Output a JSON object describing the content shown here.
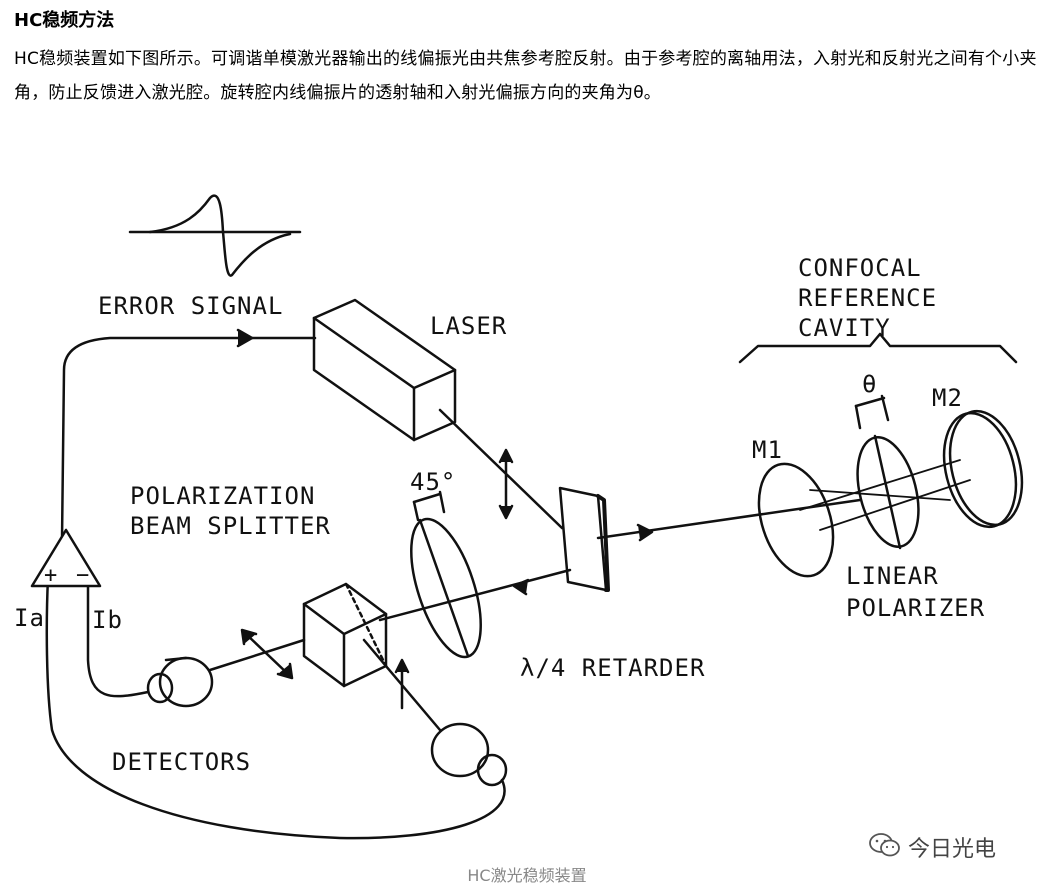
{
  "article": {
    "heading": "HC稳频方法",
    "paragraph": "HC稳频装置如下图所示。可调谐单模激光器输出的线偏振光由共焦参考腔反射。由于参考腔的离轴用法，入射光和反射光之间有个小夹角，防止反馈进入激光腔。旋转腔内线偏振片的透射轴和入射光偏振方向的夹角为θ。"
  },
  "figure": {
    "labels": {
      "error_signal": "ERROR SIGNAL",
      "laser": "LASER",
      "confocal_1": "CONFOCAL",
      "confocal_2": "REFERENCE",
      "confocal_3": "CAVITY",
      "theta": "θ",
      "m1": "M1",
      "m2": "M2",
      "angle_45": "45°",
      "pbs_1": "POLARIZATION",
      "pbs_2": "BEAM SPLITTER",
      "linear_1": "LINEAR",
      "linear_2": "POLARIZER",
      "retarder": "λ/4 RETARDER",
      "detectors": "DETECTORS",
      "ia": "Ia",
      "ib": "Ib",
      "plus": "+",
      "minus": "−"
    },
    "caption": "HC激光稳频装置"
  },
  "watermark": {
    "text": "今日光电",
    "icon": "wechat-icon"
  }
}
